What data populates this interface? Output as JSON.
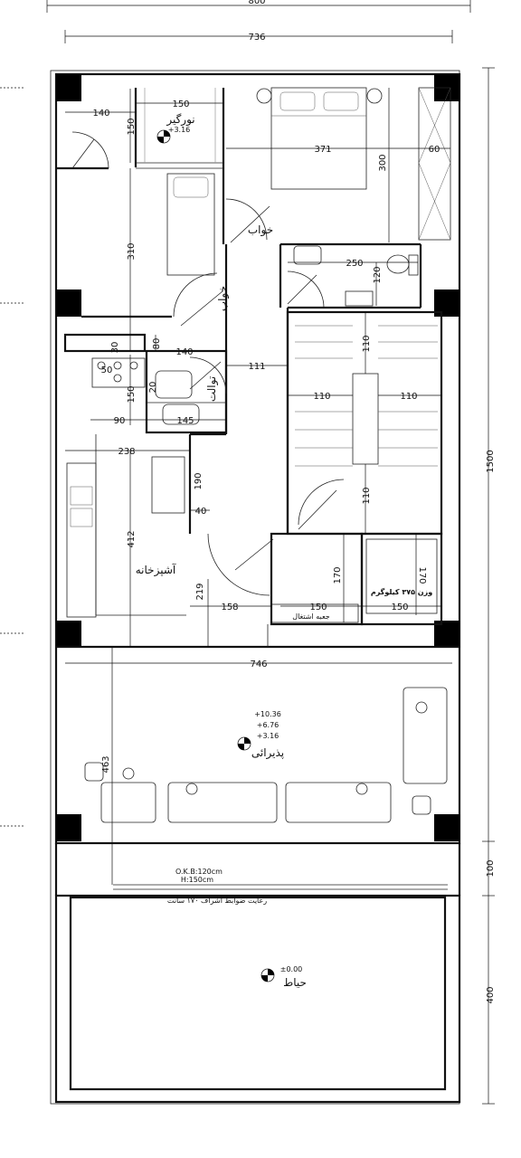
{
  "dimensions": {
    "top_total": "800",
    "top_inner": "736",
    "right_total": "1500",
    "right_mid": "100",
    "right_bottom": "400",
    "d140": "140",
    "d150_top": "150",
    "d150_side": "150",
    "d371": "371",
    "d60": "60",
    "d300": "300",
    "d310": "310",
    "d250": "250",
    "d120": "120",
    "d30": "30",
    "d80": "80",
    "d140b": "140",
    "d111": "111",
    "d110_top": "110",
    "d110_left": "110",
    "d110_right": "110",
    "d110_bottom": "110",
    "d50": "50",
    "d150_k": "150",
    "d90": "90",
    "d20": "20",
    "d145": "145",
    "d238": "238",
    "d190": "190",
    "d40": "40",
    "d412": "412",
    "d170a": "170",
    "d170b": "170",
    "d219": "219",
    "d158": "158",
    "d150_e": "150",
    "d150_f": "150",
    "d746": "746",
    "d463": "463"
  },
  "rooms": {
    "noorgir": "نورگیر",
    "khab1": "خواب",
    "khab2": "خواب",
    "toilet": "توالت",
    "kitchen": "آشپزخانه",
    "reception": "پذیرائی",
    "yard": "حیاط",
    "elevator": "وزن ۳۷۵ کیلوگرم",
    "shaft": "جعبه اشتغال"
  },
  "levels": {
    "noorgir": "+3.16",
    "reception_1": "+10.36",
    "reception_2": "+6.76",
    "reception_3": "+3.16",
    "yard": "±0.00"
  },
  "notes": {
    "okb": "O.K.B:120cm",
    "h": "H:150cm",
    "privacy": "رعایت ضوابط اشراف ۱۷۰ سانت"
  }
}
